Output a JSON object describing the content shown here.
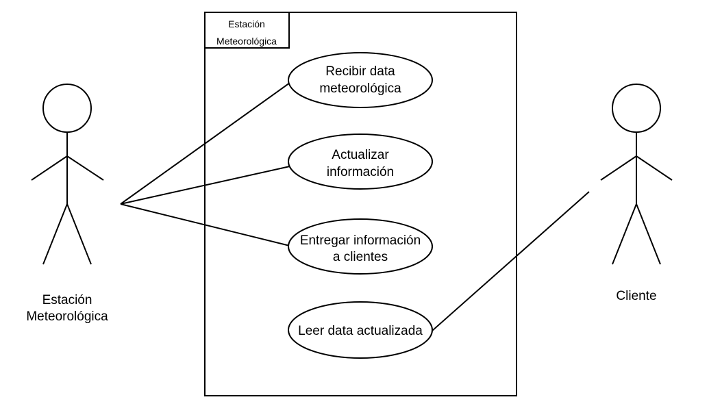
{
  "system": {
    "title_lines": [
      "Estación",
      "Meteorológica"
    ]
  },
  "actors": {
    "station": {
      "label_lines": [
        "Estación",
        "Meteorológica"
      ]
    },
    "client": {
      "label": "Cliente"
    }
  },
  "use_cases": [
    {
      "lines": [
        "Recibir data",
        "meteorológica"
      ]
    },
    {
      "lines": [
        "Actualizar",
        "información"
      ]
    },
    {
      "lines": [
        "Entregar información",
        "a clientes"
      ]
    },
    {
      "lines": [
        "Leer data actualizada"
      ]
    }
  ],
  "colors": {
    "stroke": "#000000",
    "background": "#ffffff"
  }
}
